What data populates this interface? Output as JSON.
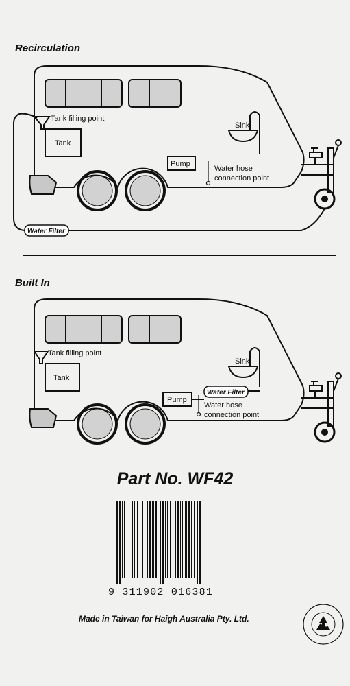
{
  "sections": {
    "recirculation": {
      "title": "Recirculation",
      "labels": {
        "tank_filling_point": "Tank filling point",
        "tank": "Tank",
        "sink": "Sink",
        "pump": "Pump",
        "water_hose_line1": "Water hose",
        "water_hose_line2": "connection point",
        "water_filter": "Water Filter"
      }
    },
    "built_in": {
      "title": "Built In",
      "labels": {
        "tank_filling_point": "Tank filling point",
        "tank": "Tank",
        "sink": "Sink",
        "pump": "Pump",
        "water_filter": "Water Filter",
        "water_hose_line1": "Water hose",
        "water_hose_line2": "connection point"
      }
    }
  },
  "part_number": "Part No. WF42",
  "barcode_number": "9 311902 016381",
  "made_in": "Made in Taiwan for Haigh Australia Pty. Ltd.",
  "colors": {
    "ink": "#111111",
    "window_fill": "#d2d2d2",
    "background": "#f1f1ef"
  },
  "icons": {
    "recycle": "recycle-icon",
    "tap": "tap-icon"
  }
}
